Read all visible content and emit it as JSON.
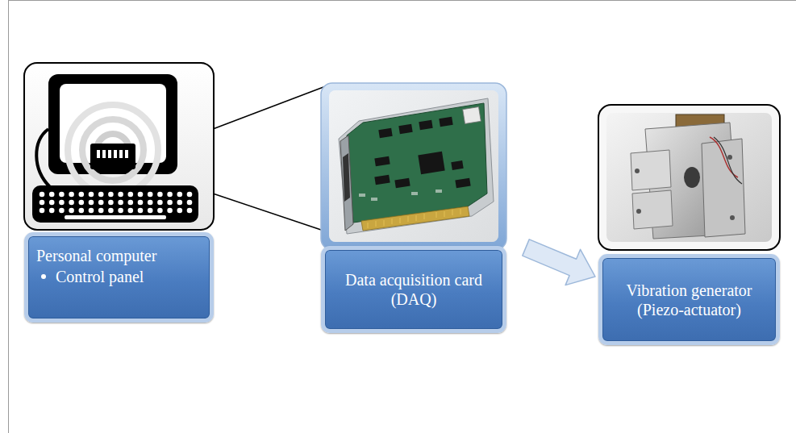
{
  "diagram": {
    "nodes": [
      {
        "text": [
          "Personal computer",
          "Control panel"
        ]
      },
      {
        "text": [
          "Data acquisition card (DAQ)"
        ]
      },
      {
        "text": [
          "Vibration generator (Piezo-actuator)"
        ]
      }
    ],
    "edges": [
      {
        "from": 1,
        "to": 2,
        "arrow": "to"
      }
    ]
  }
}
